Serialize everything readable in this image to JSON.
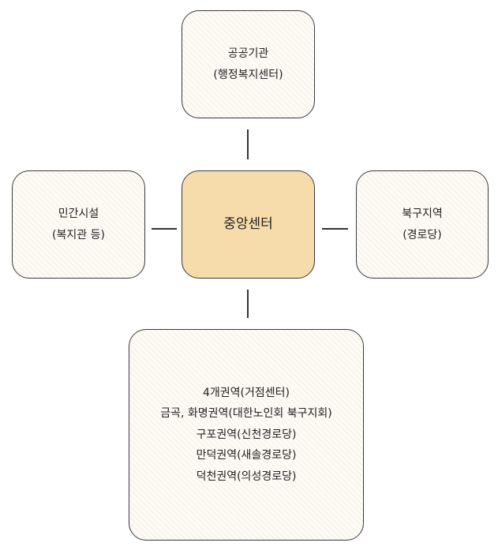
{
  "nodes": {
    "top": {
      "lines": [
        "공공기관",
        "(행정복지센터)"
      ]
    },
    "left": {
      "lines": [
        "민간시설",
        "(복지관 등)"
      ]
    },
    "center": {
      "lines": [
        "중앙센터"
      ]
    },
    "right": {
      "lines": [
        "북구지역",
        "(경로당)"
      ]
    },
    "bottom": {
      "lines": [
        "4개권역(거점센터)",
        "금곡, 화명권역(대한노인회 북구지회)",
        "구포권역(신천경로당)",
        "만덕권역(새솔경로당)",
        "덕천권역(의성경로당)"
      ]
    }
  },
  "colors": {
    "center_fill": "#f6dcaa",
    "node_fill": "#fdfbf6",
    "border": "#3a3a3a"
  }
}
